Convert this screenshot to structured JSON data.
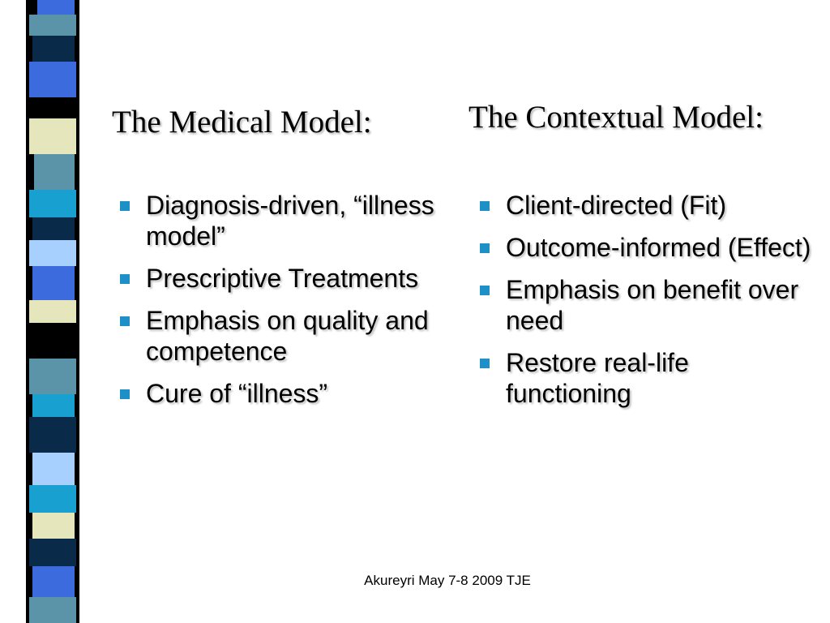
{
  "colors": {
    "bullet": "#1f8fc8",
    "stripe_palette": [
      "#3b6bdc",
      "#0a2a4a",
      "#5b93a8",
      "#e6e6bd",
      "#000000",
      "#17a0d0",
      "#a8d0ff",
      "#2f5fc0"
    ]
  },
  "left": {
    "title": "The Medical Model:",
    "items": [
      "Diagnosis-driven, “illness model”",
      "Prescriptive Treatments",
      "Emphasis on quality and competence",
      "Cure of “illness”"
    ]
  },
  "right": {
    "title": "The Contextual Model:",
    "items": [
      "Client-directed (Fit)",
      "Outcome-informed (Effect)",
      "Emphasis on benefit over need",
      "Restore real-life functioning"
    ]
  },
  "footer": "Akureyri May 7-8 2009 TJE"
}
